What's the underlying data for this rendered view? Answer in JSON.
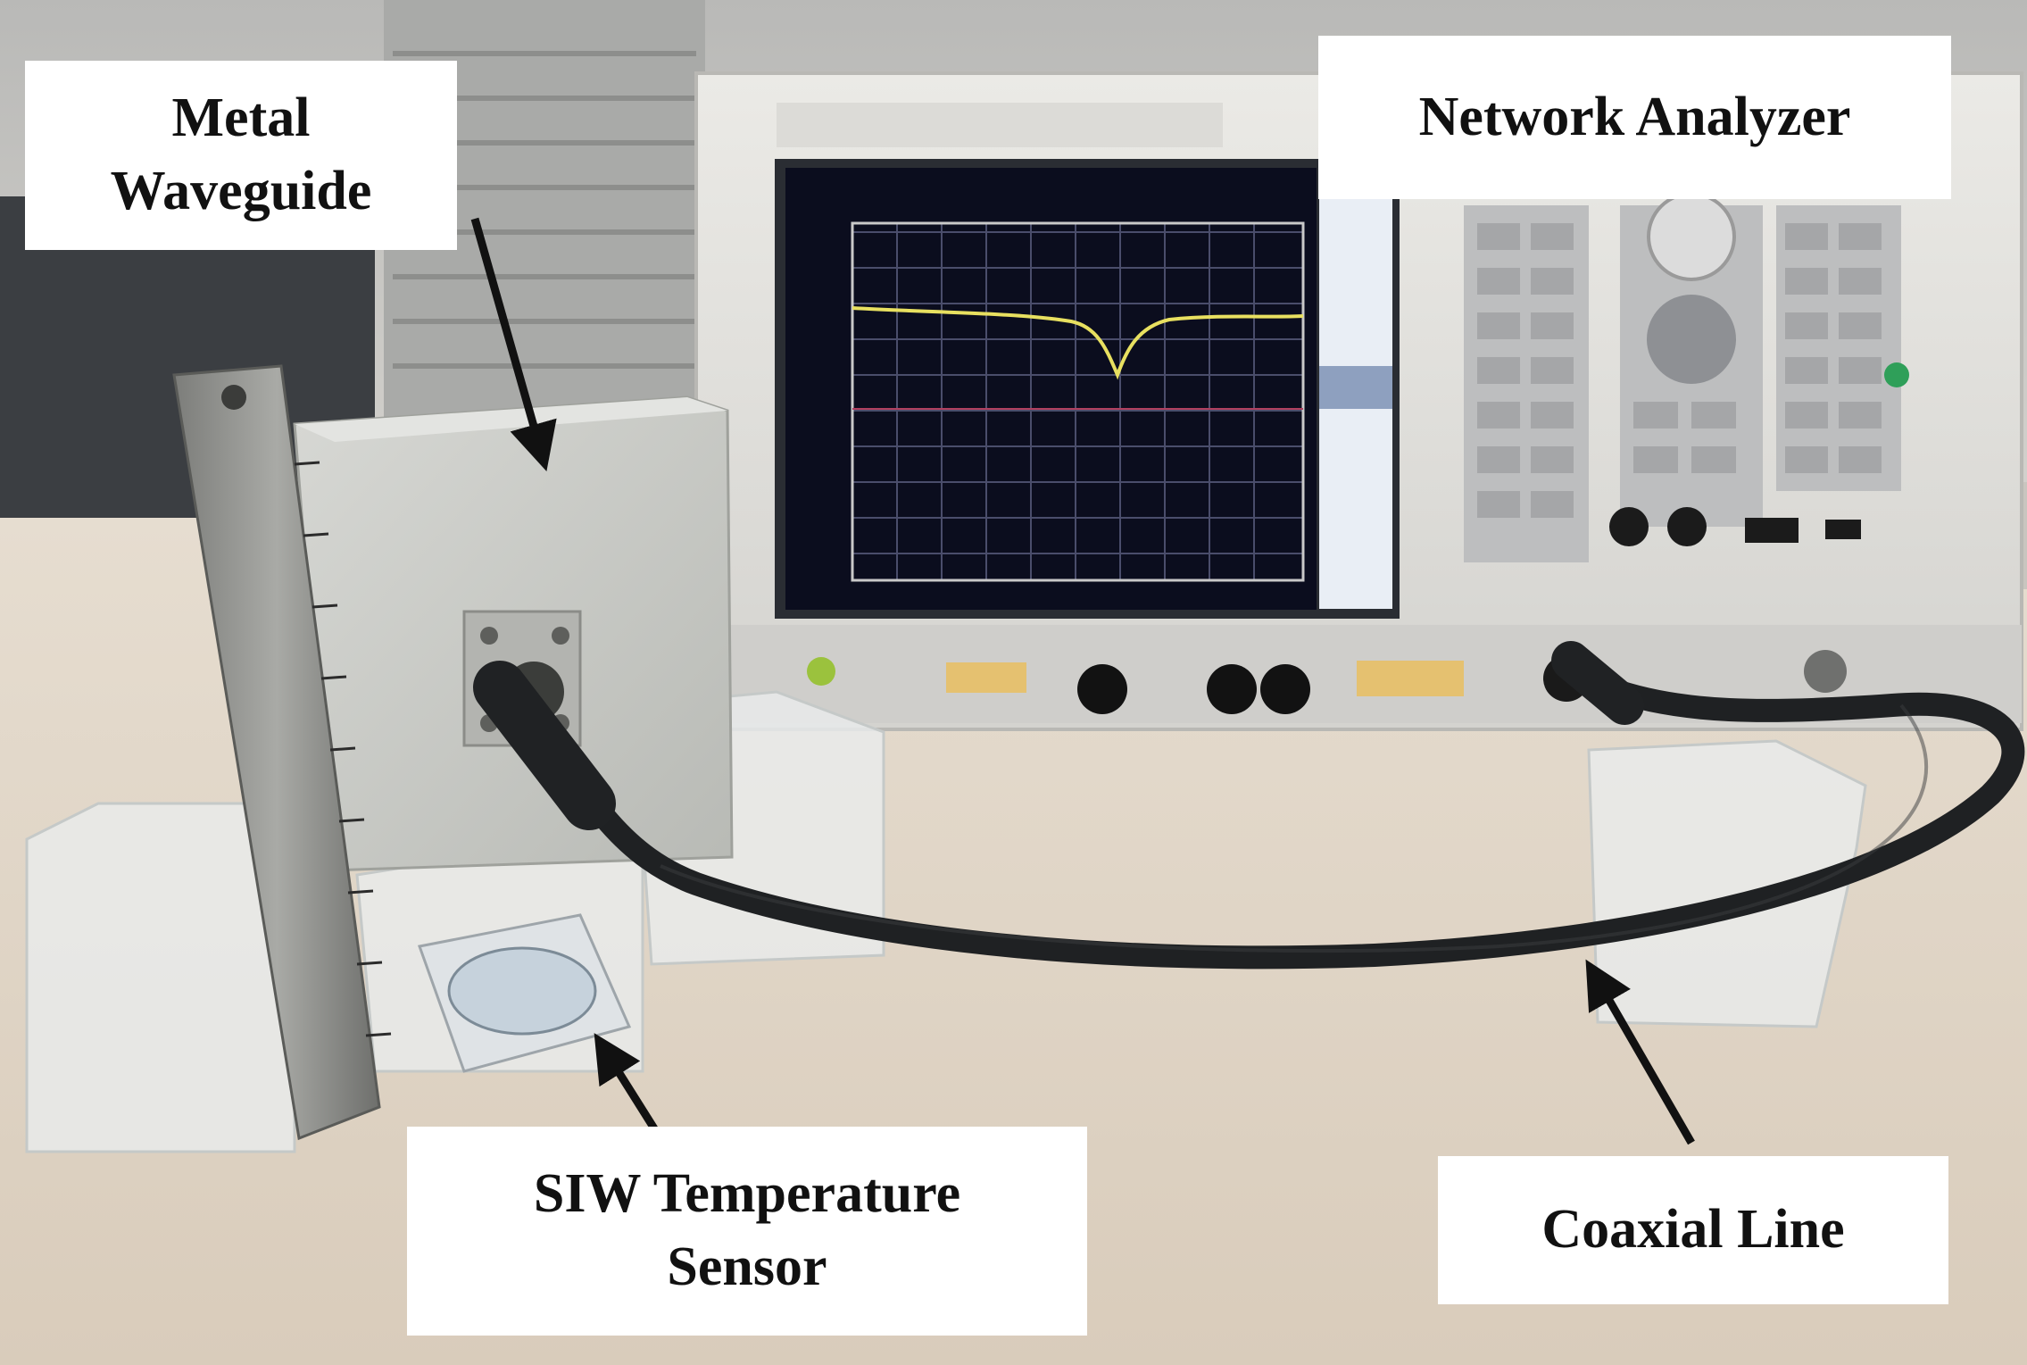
{
  "labels": {
    "waveguide": [
      "Metal",
      "Waveguide"
    ],
    "analyzer": [
      "Network Analyzer"
    ],
    "sensor": [
      "SIW Temperature",
      "Sensor"
    ],
    "coax": [
      "Coaxial Line"
    ]
  },
  "photo": {
    "subject": "laboratory bench with network analyzer, metal waveguide, steel ruler, sensor and coaxial cable"
  }
}
